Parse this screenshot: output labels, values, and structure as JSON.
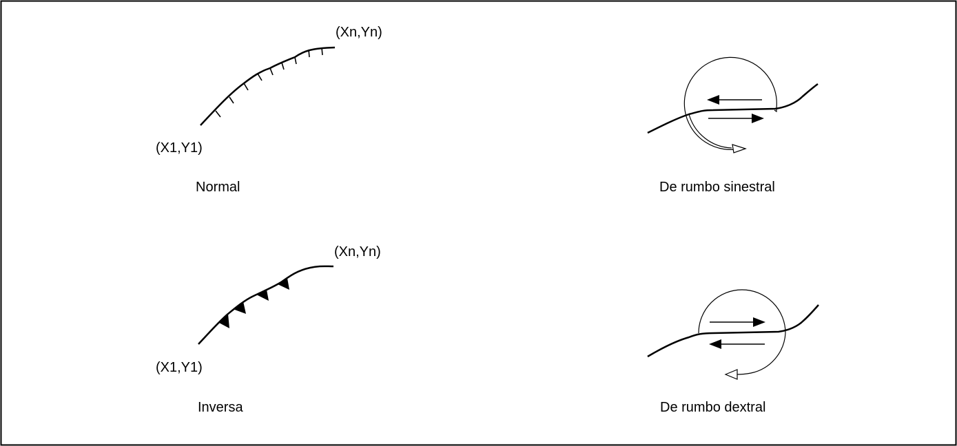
{
  "figures": {
    "normal": {
      "label": "Normal",
      "start_point": "(X1,Y1)",
      "end_point": "(Xn,Yn)"
    },
    "inverse": {
      "label": "Inversa",
      "start_point": "(X1,Y1)",
      "end_point": "(Xn,Yn)"
    },
    "sinistral": {
      "label": "De rumbo sinestral"
    },
    "dextral": {
      "label": "De rumbo dextral"
    }
  },
  "colors": {
    "stroke": "#000000",
    "background": "#ffffff"
  }
}
